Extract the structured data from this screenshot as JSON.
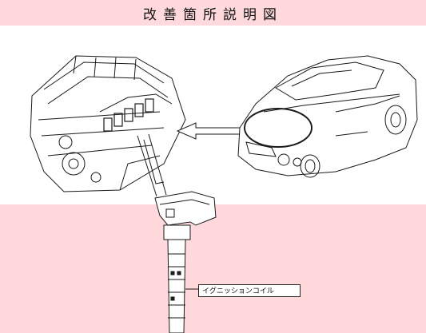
{
  "header": {
    "title": "改善箇所説明図"
  },
  "callouts": {
    "part_label": "イグニッションコイル"
  },
  "colors": {
    "background_pink": "#ffd9dc",
    "panel_white": "#ffffff",
    "line": "#1a1a1a"
  },
  "illustrations": {
    "engine": "v12-engine-line-drawing",
    "car": "coupe-line-drawing",
    "coil": "ignition-coil-line-drawing"
  }
}
